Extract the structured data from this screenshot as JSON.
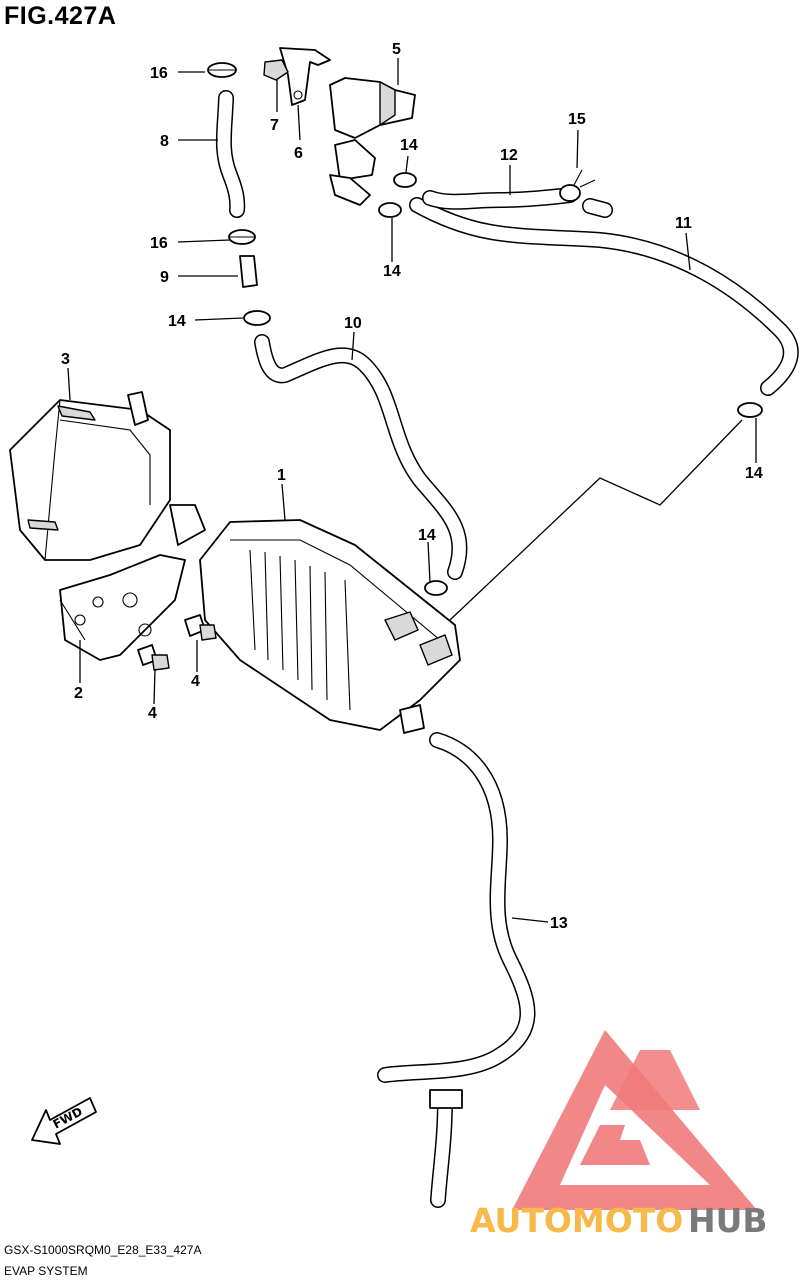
{
  "figure": {
    "title": "FIG.427A"
  },
  "footer": {
    "model_code": "GSX-S1000SRQM0_E28_E33_427A",
    "section": "EVAP SYSTEM"
  },
  "fwd_arrow": {
    "label": "FWD"
  },
  "watermark": {
    "text_a": "AUTOMOTO",
    "text_b": "HUB",
    "color_a": "#f6b94a",
    "color_b": "#7a7a7a",
    "logo_color": "#f07a7a"
  },
  "callouts": {
    "c1": "1",
    "c2": "2",
    "c3": "3",
    "c4a": "4",
    "c4b": "4",
    "c5": "5",
    "c6": "6",
    "c7": "7",
    "c8": "8",
    "c9": "9",
    "c10": "10",
    "c11": "11",
    "c12": "12",
    "c13": "13",
    "c14a": "14",
    "c14b": "14",
    "c14c": "14",
    "c14d": "14",
    "c14e": "14",
    "c15": "15",
    "c16a": "16",
    "c16b": "16"
  }
}
